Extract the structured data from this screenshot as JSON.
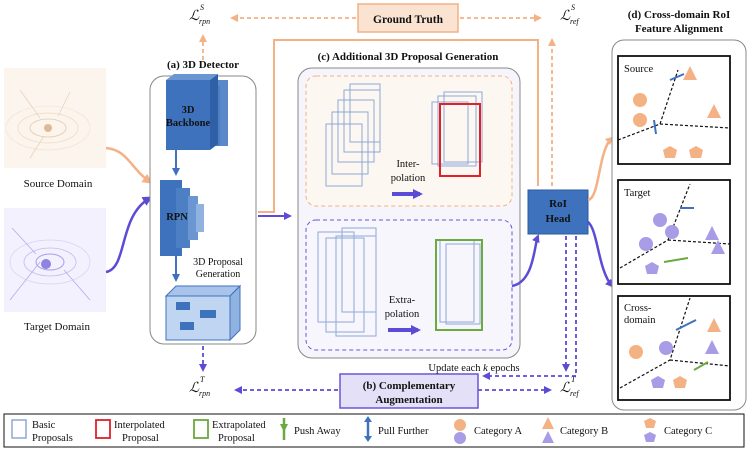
{
  "domains": {
    "source_label": "Source Domain",
    "target_label": "Target Domain"
  },
  "ground_truth": "Ground Truth",
  "losses": {
    "rpn_source": {
      "base": "ℒ",
      "sup": "S",
      "sub": "rpn"
    },
    "ref_source": {
      "base": "ℒ",
      "sup": "S",
      "sub": "ref"
    },
    "rpn_target": {
      "base": "ℒ",
      "sup": "T",
      "sub": "rpn"
    },
    "ref_target": {
      "base": "ℒ",
      "sup": "T",
      "sub": "ref"
    }
  },
  "detector": {
    "title": "(a) 3D  Detector",
    "backbone_line1": "3D",
    "backbone_line2": "Backbone",
    "rpn": "RPN",
    "proposal_line1": "3D Proposal",
    "proposal_line2": "Generation"
  },
  "generation": {
    "title": "(c) Additional 3D Proposal Generation",
    "interp_line1": "Inter-",
    "interp_line2": "polation",
    "extrap_line1": "Extra-",
    "extrap_line2": "polation"
  },
  "roi_head": {
    "line1": "RoI",
    "line2": "Head"
  },
  "augmentation": {
    "line1": "(b) Complementary",
    "line2": "Augmentation",
    "update_prefix": "Update each ",
    "update_k": "k",
    "update_suffix": "  epochs"
  },
  "alignment": {
    "title_line1": "(d) Cross-domain RoI",
    "title_line2": "Feature Alignment",
    "panels": [
      "Source",
      "Target",
      "Cross-",
      "domain"
    ]
  },
  "legend": {
    "basic": [
      "Basic",
      "Proposals"
    ],
    "interp": [
      "Interpolated",
      "Proposal"
    ],
    "extrap": [
      "Extrapolated",
      "Proposal"
    ],
    "push": "Push Away",
    "pull": "Pull Further",
    "cat_a": "Category A",
    "cat_b": "Category B",
    "cat_c": "Category C"
  },
  "colors": {
    "orange": "#F4B183",
    "purple": "#6A55D8",
    "blue": "#3F7FC4",
    "red": "#E0202A",
    "green": "#6AAA3E",
    "box_blue": "#8FA8D8",
    "lavender": "#E4E0F8"
  }
}
